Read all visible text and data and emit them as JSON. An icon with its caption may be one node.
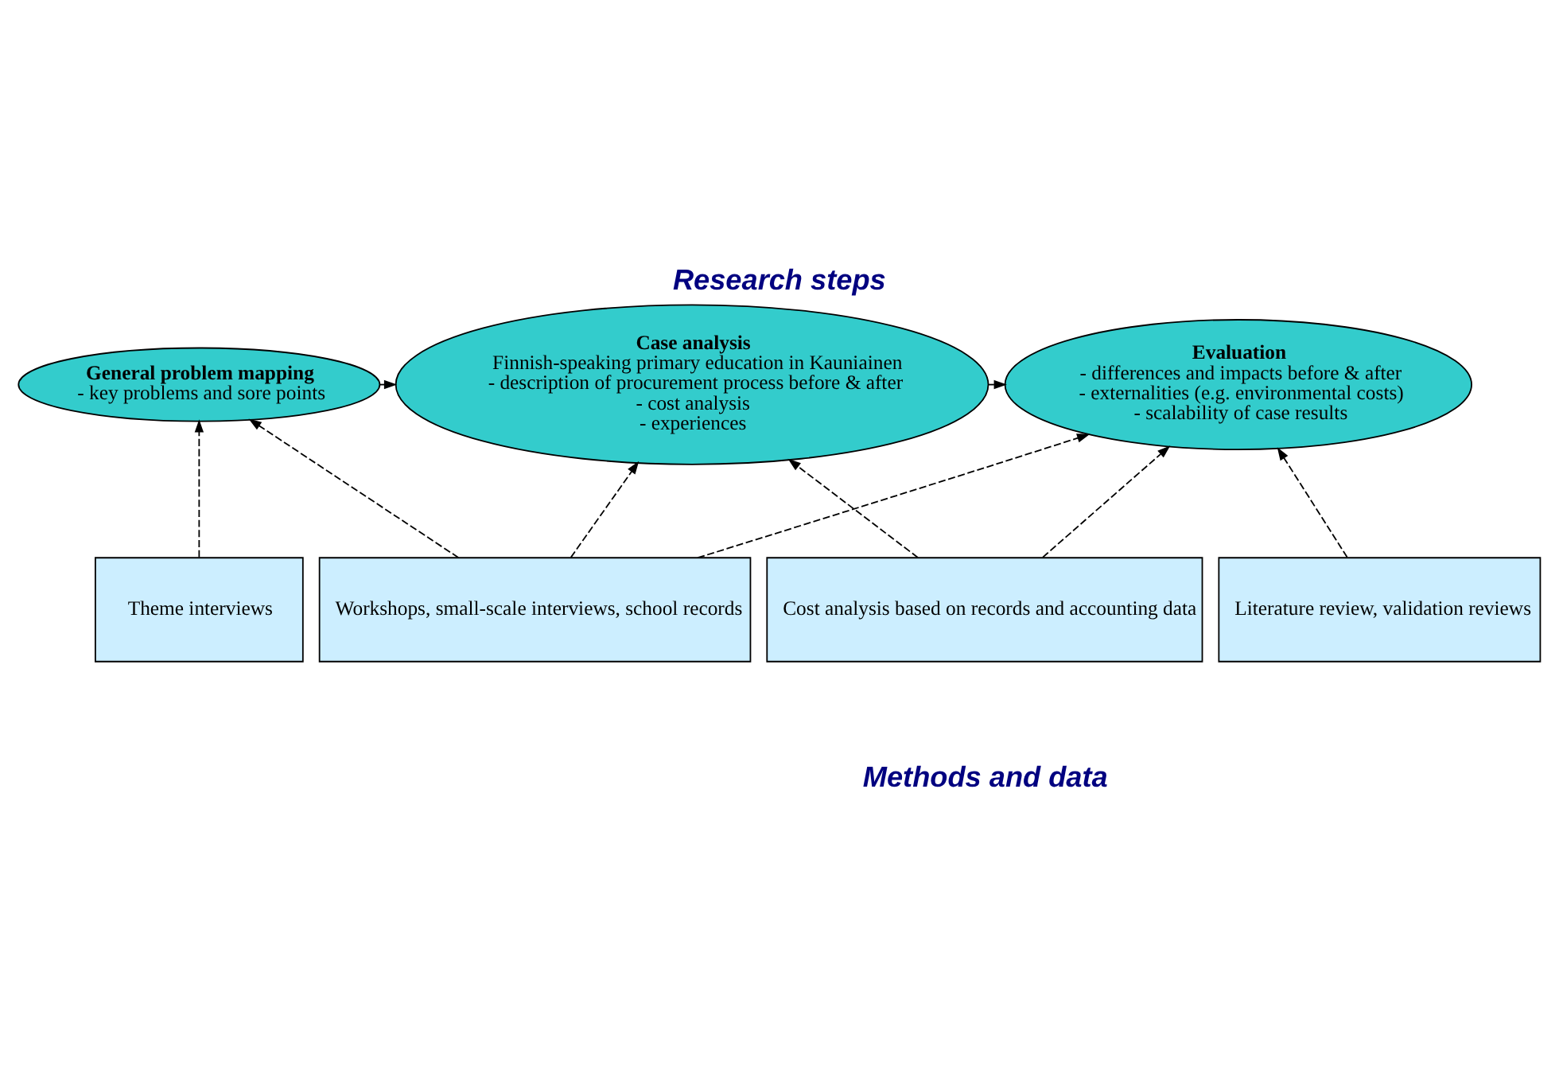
{
  "diagram": {
    "title": "Research steps",
    "nodes": [
      {
        "text": [
          "General problem mapping",
          "- key problems and sore points"
        ]
      },
      {
        "text": [
          "Case analysis",
          "Finnish-speaking primary education in Kauniainen",
          "- description of procurement process before & after",
          "- cost analysis",
          "- experiences"
        ]
      },
      {
        "text": [
          "Evaluation",
          "- differences and impacts before & after",
          "- externalities (e.g. environmental costs)",
          "- scalability of case results"
        ]
      },
      {
        "text": [
          "Theme interviews"
        ]
      },
      {
        "text": [
          "Workshops, small-scale interviews, school records"
        ]
      },
      {
        "text": [
          "Cost analysis based on records and accounting data"
        ]
      },
      {
        "text": [
          "Literature review, validation reviews"
        ]
      }
    ],
    "edges": [
      {
        "from": 0,
        "to": 1,
        "arrow": "to"
      },
      {
        "from": 1,
        "to": 2,
        "arrow": "to"
      },
      {
        "from": 3,
        "to": 0,
        "arrow": "to",
        "style": "dashed"
      },
      {
        "from": 4,
        "to": 0,
        "arrow": "to",
        "style": "dashed"
      },
      {
        "from": 4,
        "to": 1,
        "arrow": "to",
        "style": "dashed"
      },
      {
        "from": 4,
        "to": 2,
        "arrow": "to",
        "style": "dashed"
      },
      {
        "from": 5,
        "to": 1,
        "arrow": "to",
        "style": "dashed"
      },
      {
        "from": 5,
        "to": 2,
        "arrow": "to",
        "style": "dashed"
      },
      {
        "from": 6,
        "to": 2,
        "arrow": "to",
        "style": "dashed"
      }
    ],
    "labels": [
      "Methods and data"
    ]
  }
}
